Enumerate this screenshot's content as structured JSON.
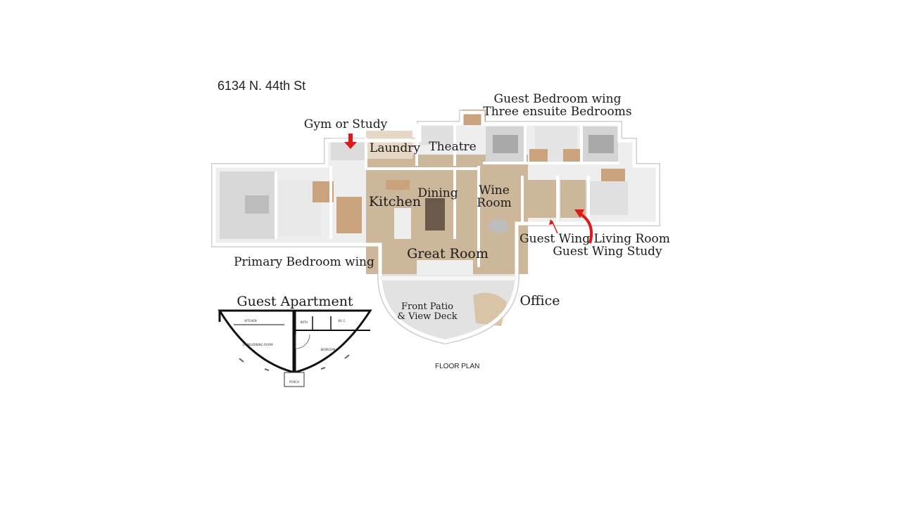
{
  "address": "6134 N. 44th St",
  "footer_label": "FLOOR PLAN",
  "labels": {
    "guest_wing_title_1": "Guest Bedroom wing",
    "guest_wing_title_2": "Three ensuite Bedrooms",
    "gym": "Gym or Study",
    "laundry": "Laundry",
    "theatre": "Theatre",
    "kitchen": "Kitchen",
    "dining": "Dining",
    "wine_1": "Wine",
    "wine_2": "Room",
    "great_room": "Great Room",
    "primary_wing": "Primary Bedroom wing",
    "guest_living": "Guest Wing Living Room",
    "guest_study": "Guest Wing Study",
    "office": "Office",
    "patio_1": "Front Patio",
    "patio_2": "& View Deck",
    "guest_apartment": "Guest Apartment"
  },
  "apartment_plan": {
    "kitchen": "KITCHEN",
    "living": "LIVING/DINING ROOM",
    "bath": "BATH",
    "wic": "W.I.C.",
    "bedroom": "BEDROOM",
    "porch": "PORCH"
  },
  "colors": {
    "wall": "#f2f2f2",
    "wall_shadow": "#c9c9c9",
    "floor_wood": "#cdb79b",
    "floor_grey": "#d6d6d6",
    "arrow": "#e01818"
  }
}
